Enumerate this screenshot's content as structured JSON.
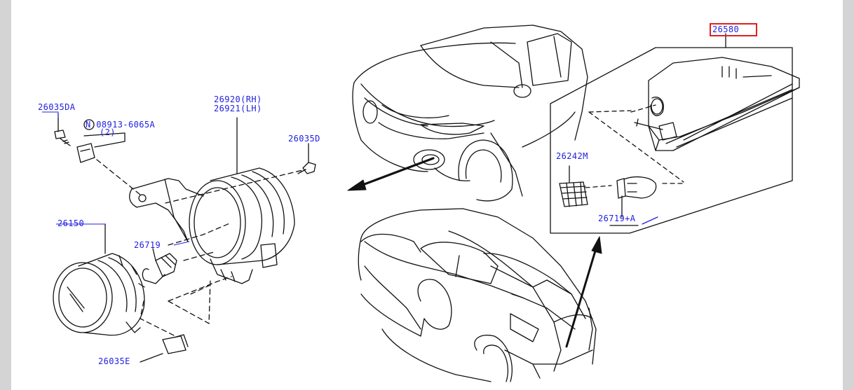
{
  "diagram": {
    "parts": {
      "bolt_top_left": "26035DA",
      "clip_part": "N 08913-6065A",
      "clip_qty": "(2)",
      "housing_rh": "26920(RH)",
      "housing_lh": "26921(LH)",
      "bolt_right": "26035D",
      "lamp_assy": "26150",
      "bulb": "26719",
      "bottom_clip": "26035E",
      "high_stop_lamp": "26580",
      "socket": "26242M",
      "stop_bulb": "26719+A"
    },
    "highlighted_part": "26580",
    "colors": {
      "label": "#2020e0",
      "line": "#111111",
      "highlight": "#e02020"
    }
  }
}
